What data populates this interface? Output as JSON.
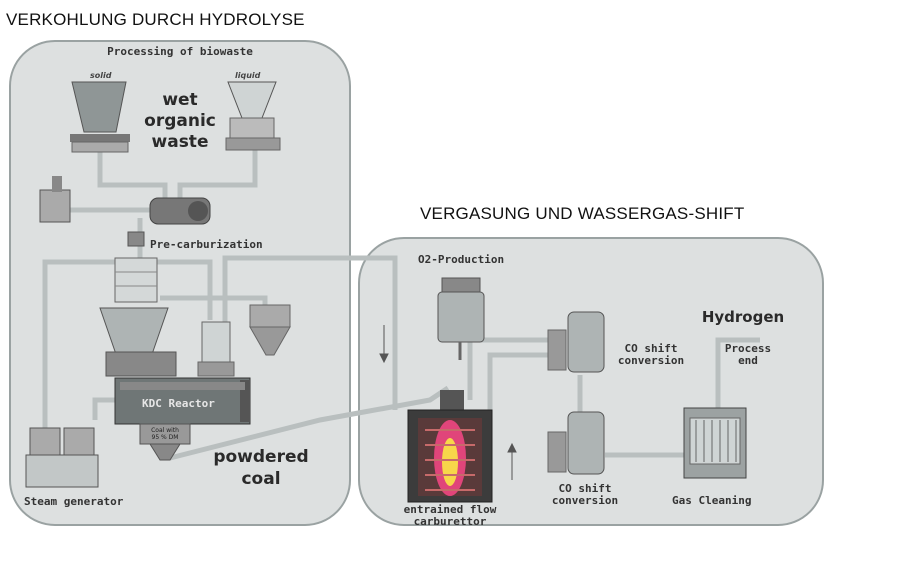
{
  "headings": {
    "left": "VERKOHLUNG DURCH HYDROLYSE",
    "right": "VERGASUNG UND WASSERGAS-SHIFT"
  },
  "left_panel": {
    "title": "Processing of biowaste",
    "solid": "solid",
    "liquid": "liquid",
    "wet_organic_waste": [
      "wet",
      "organic",
      "waste"
    ],
    "pre_carburization": "Pre-carburization",
    "kdc_reactor": "KDC Reactor",
    "coal_note": [
      "Coal with",
      "95 % DM"
    ],
    "powdered_coal": [
      "powdered",
      "coal"
    ],
    "steam_generator": "Steam generator"
  },
  "right_panel": {
    "o2_production": "O2-Production",
    "hydrogen": "Hydrogen",
    "co_shift_1": [
      "CO shift",
      "conversion"
    ],
    "co_shift_2": [
      "CO shift",
      "conversion"
    ],
    "process_end": [
      "Process",
      "end"
    ],
    "gas_cleaning": "Gas Cleaning",
    "entrained_flow": [
      "entrained flow",
      "carburettor"
    ]
  },
  "colors": {
    "panel_fill": "#dde0e0",
    "panel_border": "#9aa2a2",
    "pipe": "#b9bfbf",
    "equipment": "#8f9696",
    "flame_core": "#f7d64a",
    "flame_outer": "#e0457a"
  }
}
